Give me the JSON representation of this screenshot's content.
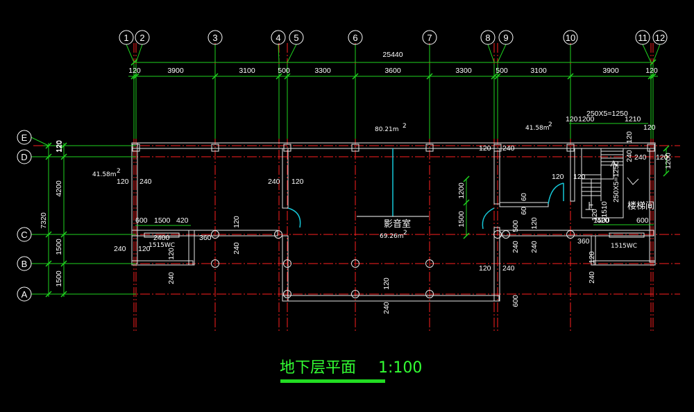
{
  "drawing": {
    "title": "地下层平面",
    "scale": "1:100"
  },
  "axes": {
    "vertical": [
      {
        "label": "1"
      },
      {
        "label": "2"
      },
      {
        "label": "3"
      },
      {
        "label": "4"
      },
      {
        "label": "5"
      },
      {
        "label": "6"
      },
      {
        "label": "7"
      },
      {
        "label": "8"
      },
      {
        "label": "9"
      },
      {
        "label": "10"
      },
      {
        "label": "11"
      },
      {
        "label": "12"
      }
    ],
    "horizontal": [
      {
        "label": "E"
      },
      {
        "label": "D"
      },
      {
        "label": "C"
      },
      {
        "label": "B"
      },
      {
        "label": "A"
      }
    ]
  },
  "dimensions": {
    "overall_width": "25440",
    "top_segments": [
      "120",
      "3900",
      "3100",
      "500",
      "3300",
      "3600",
      "3300",
      "500",
      "3100",
      "3900",
      "120"
    ],
    "overall_depth": "7320",
    "left_segments": [
      "120",
      "4200",
      "1500",
      "1500"
    ]
  },
  "rooms": {
    "media_room": "影音室",
    "stair_room": "楼梯间"
  },
  "areas": {
    "center_top": "80.21m",
    "right_top": "41.58m",
    "left": "41.58m",
    "media": "69.26m",
    "sup": "2"
  },
  "window_labels": {
    "left": "1515WC",
    "right": "1515WC"
  },
  "stair": {
    "top_dim": "250X5=1250",
    "vert_dim": "250X5=1250",
    "up": "上",
    "top_a": "120",
    "top_b": "1200",
    "top_c": "1210",
    "top_d": "120"
  },
  "annotations": {
    "a120": "120",
    "a240": "240",
    "a360": "360",
    "a600": "600",
    "a1500": "1500",
    "a420": "420",
    "a2400": "2400",
    "a1200": "1200",
    "a60": "60",
    "a1510": "1510",
    "a500": "500"
  }
}
